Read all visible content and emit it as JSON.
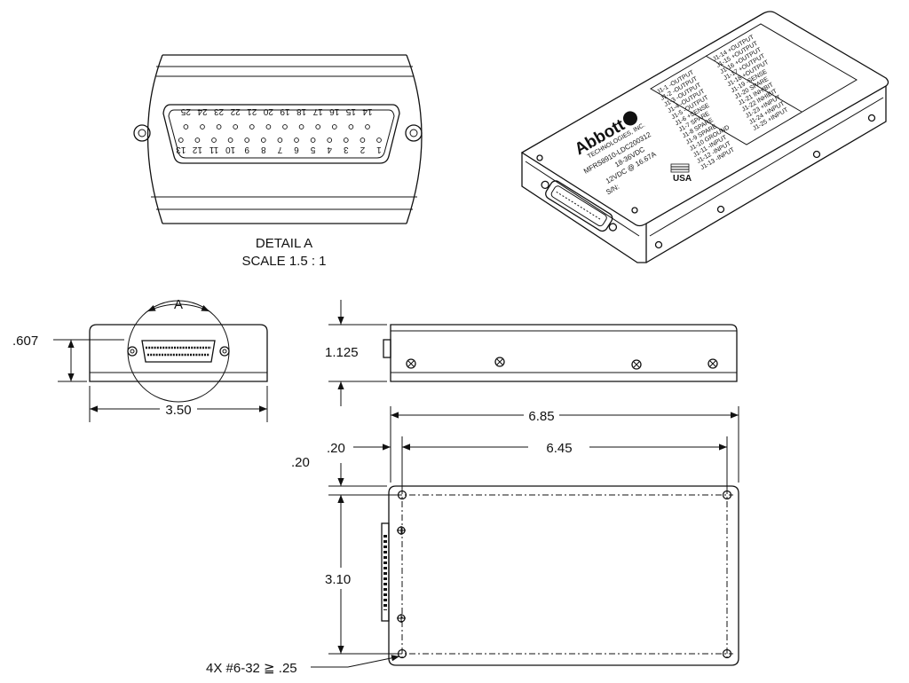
{
  "detail": {
    "title": "DETAIL A",
    "scale": "SCALE 1.5 : 1",
    "top_pins": [
      "14",
      "15",
      "16",
      "17",
      "18",
      "19",
      "20",
      "21",
      "22",
      "23",
      "24",
      "25"
    ],
    "bottom_pins": [
      "1",
      "2",
      "3",
      "4",
      "5",
      "6",
      "7",
      "8",
      "9",
      "10",
      "11",
      "12",
      "13"
    ],
    "section_label": "A"
  },
  "label": {
    "brand": "Abbott",
    "subbrand": "TECHNOLOGIES, INC.",
    "model": "MFRS8910-LDC200312",
    "input": "18-36VDC",
    "output": "12VDC @ 16.67A",
    "serial": "S/N:",
    "origin": "USA",
    "pin_col1": [
      "J1-1 -OUTPUT",
      "J1-2 -OUTPUT",
      "J1-3 -OUTPUT",
      "J1-4 -OUTPUT",
      "J1-5 -OUTPUT",
      "J1-6 +SENSE",
      "J1-7 SPARE",
      "J1-8 SPARE",
      "J1-9 SPARE",
      "J1-10 GROUND",
      "J1-11 -INPUT",
      "J1-12 -INPUT",
      "J1-13 -INPUT"
    ],
    "pin_col2": [
      "J1-14 +OUTPUT",
      "J1-15 +OUTPUT",
      "J1-16 +OUTPUT",
      "J1-17 +OUTPUT",
      "J1-18 +OUTPUT",
      "J1-19 -SENSE",
      "J1-20 SPARE",
      "J1-21 INHIBIT",
      "J1-22 INHIBIT",
      "J1-23 +INPUT",
      "J1-24 +INPUT",
      "J1-25 +INPUT"
    ]
  },
  "dimensions": {
    "height_connector": ".607",
    "width_front": "3.50",
    "height_side": "1.125",
    "length_overall": "6.85",
    "hole_spacing_length": "6.45",
    "hole_offset_x": ".20",
    "hole_offset_y": ".20",
    "hole_spacing_width": "3.10",
    "mount_holes": "4X  #6-32 ≧ .25"
  }
}
